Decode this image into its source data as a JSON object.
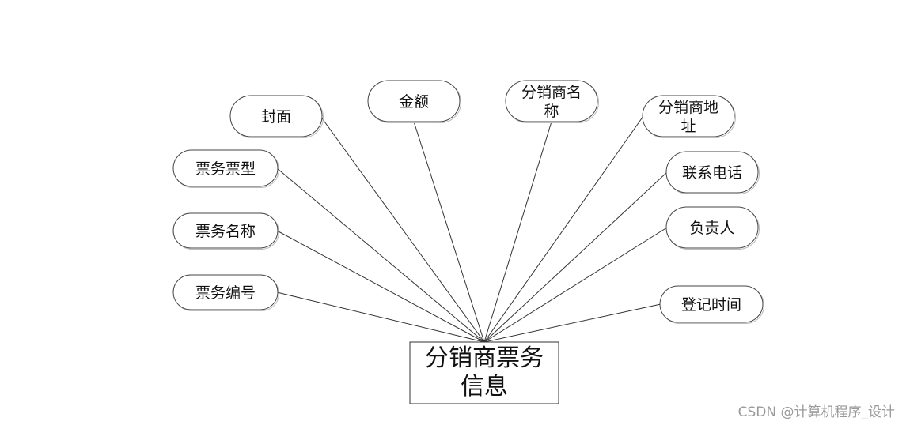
{
  "entity": {
    "lines": [
      "分销商票务",
      "信息"
    ]
  },
  "attributes": [
    {
      "id": "cover",
      "lines": [
        "封面"
      ]
    },
    {
      "id": "amount",
      "lines": [
        "金额"
      ]
    },
    {
      "id": "dist-name",
      "lines": [
        "分销商名",
        "称"
      ]
    },
    {
      "id": "dist-address",
      "lines": [
        "分销商地",
        "址"
      ]
    },
    {
      "id": "ticket-type",
      "lines": [
        "票务票型"
      ]
    },
    {
      "id": "ticket-name",
      "lines": [
        "票务名称"
      ]
    },
    {
      "id": "ticket-no",
      "lines": [
        "票务编号"
      ]
    },
    {
      "id": "phone",
      "lines": [
        "联系电话"
      ]
    },
    {
      "id": "owner",
      "lines": [
        "负责人"
      ]
    },
    {
      "id": "reg-time",
      "lines": [
        "登记时间"
      ]
    }
  ],
  "watermark": "CSDN @计算机程序_设计"
}
